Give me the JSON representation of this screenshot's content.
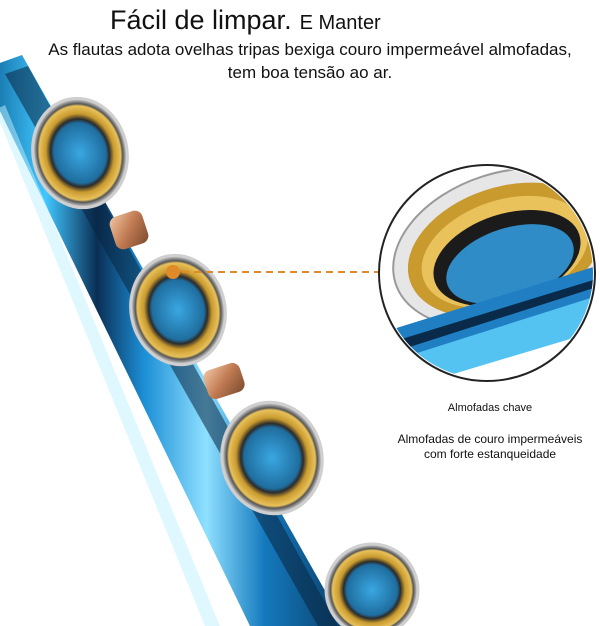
{
  "header": {
    "title": "Fácil de limpar.",
    "title_suffix": "E Manter",
    "description": "As flautas adota ovelhas tripas bexiga couro impermeável almofadas, tem boa tensão ao ar."
  },
  "callout": {
    "label": "Almofadas chave",
    "description_line1": "Almofadas de couro impermeáveis",
    "description_line2": "com forte estanqueidade"
  },
  "colors": {
    "flute_blue": "#2aa8e6",
    "pad_gold": "#c99a2e",
    "leader_line": "#e08a2a"
  }
}
